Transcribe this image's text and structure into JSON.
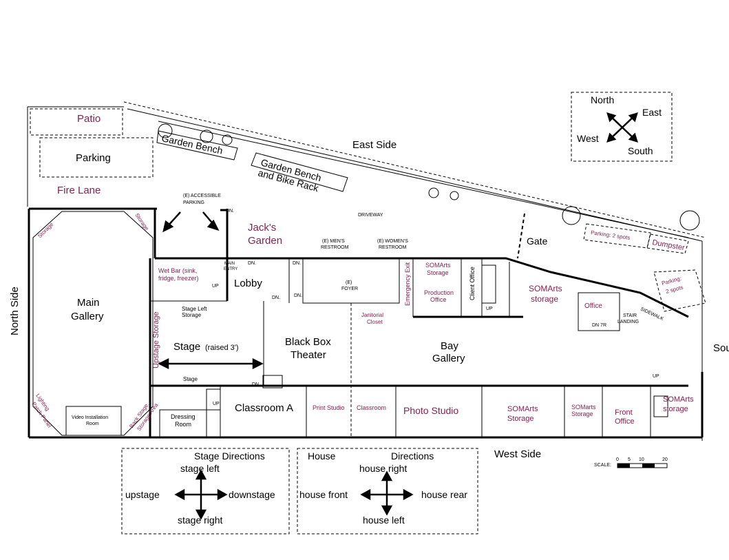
{
  "colors": {
    "accent": "#8a1f4f",
    "line": "#000000",
    "background": "#ffffff"
  },
  "outside": {
    "patio": "Patio",
    "parking": "Parking",
    "fire_lane": "Fire Lane",
    "east_side": "East Side",
    "west_side": "West Side",
    "north_side": "North Side",
    "south_side": "South Side",
    "garden_bench_1": "Garden Bench",
    "garden_bench_2_line1": "Garden Bench",
    "garden_bench_2_line2": "and Bike Rack",
    "accessible_parking_line1": "(E) ACCESSIBLE",
    "accessible_parking_line2": "PARKING",
    "driveway": "DRIVEWAY",
    "gate": "Gate",
    "parking_2_spots_a": "Parking: 2 spots",
    "dumpster": "Dumpster",
    "parking_2_spots_b_line1": "Parking:",
    "parking_2_spots_b_line2": "2 spots",
    "sidewalk": "SIDEWALK",
    "jacks_garden_line1": "Jack's",
    "jacks_garden_line2": "Garden"
  },
  "compass": {
    "north": "North",
    "east": "East",
    "west": "West",
    "south": "South"
  },
  "rooms": {
    "storage_nw": "Storage",
    "storage_ne": "Storage",
    "main_gallery_line1": "Main",
    "main_gallery_line2": "Gallery",
    "lighting_panel_line1": "Lighting",
    "lighting_panel_line2": "Patch Panel",
    "video_room_line1": "Video Installation",
    "video_room_line2": "Room",
    "back_stage_storage_line1": "Back Stage",
    "back_stage_storage_line2": "Storage Area",
    "dressing_room_line1": "Dressing",
    "dressing_room_line2": "Room",
    "upstage_storage": "Upstage Storage",
    "wet_bar_line1": "Wet Bar (sink,",
    "wet_bar_line2": "fridge, freezer)",
    "stage_left_storage_line1": "Stage Left",
    "stage_left_storage_line2": "Storage",
    "stage": "Stage",
    "stage_raised": "(raised 3')",
    "stage_small": "Stage",
    "lobby": "Lobby",
    "main_entry_line1": "MAIN",
    "main_entry_line2": "ENTRY",
    "black_box_line1": "Black Box",
    "black_box_line2": "Theater",
    "classroom_a": "Classroom A",
    "mens_restroom_line1": "(E) MEN'S",
    "mens_restroom_line2": "RESTROOM",
    "womens_restroom_line1": "(E) WOMEN'S",
    "womens_restroom_line2": "RESTROOM",
    "foyer_line1": "(E)",
    "foyer_line2": "FOYER",
    "janitorial_line1": "Janitorial",
    "janitorial_line2": "Closet",
    "emergency_exit": "Emergency Exit",
    "somarts_storage_1_line1": "SOMArts",
    "somarts_storage_1_line2": "Storage",
    "production_office_line1": "Production",
    "production_office_line2": "Office",
    "client_office": "Client Office",
    "somarts_storage_2_line1": "SOMArts",
    "somarts_storage_2_line2": "storage",
    "office": "Office",
    "stair_landing_line1": "STAIR",
    "stair_landing_line2": "LANDING",
    "bay_gallery_line1": "Bay",
    "bay_gallery_line2": "Gallery",
    "print_studio": "Print Studio",
    "classroom": "Classroom",
    "photo_studio": "Photo Studio",
    "somarts_storage_3_line1": "SOMArts",
    "somarts_storage_3_line2": "Storage",
    "somarts_storage_4_line1": "SOMarts",
    "somarts_storage_4_line2": "Storage",
    "front_office_line1": "Front",
    "front_office_line2": "Office",
    "somarts_storage_5_line1": "SOMArts",
    "somarts_storage_5_line2": "storage"
  },
  "marks": {
    "dn": "DN.",
    "up": "UP",
    "dn_7r": "DN 7R"
  },
  "stage_directions": {
    "title": "Stage Directions",
    "top": "stage left",
    "bottom": "stage right",
    "left": "upstage",
    "right": "downstage"
  },
  "house_directions": {
    "title_left": "House",
    "title_right": "Directions",
    "top": "house right",
    "bottom": "house left",
    "left": "house front",
    "right": "house rear"
  },
  "scale": {
    "label": "SCALE:",
    "ticks": [
      "0",
      "5",
      "10",
      "20"
    ]
  }
}
